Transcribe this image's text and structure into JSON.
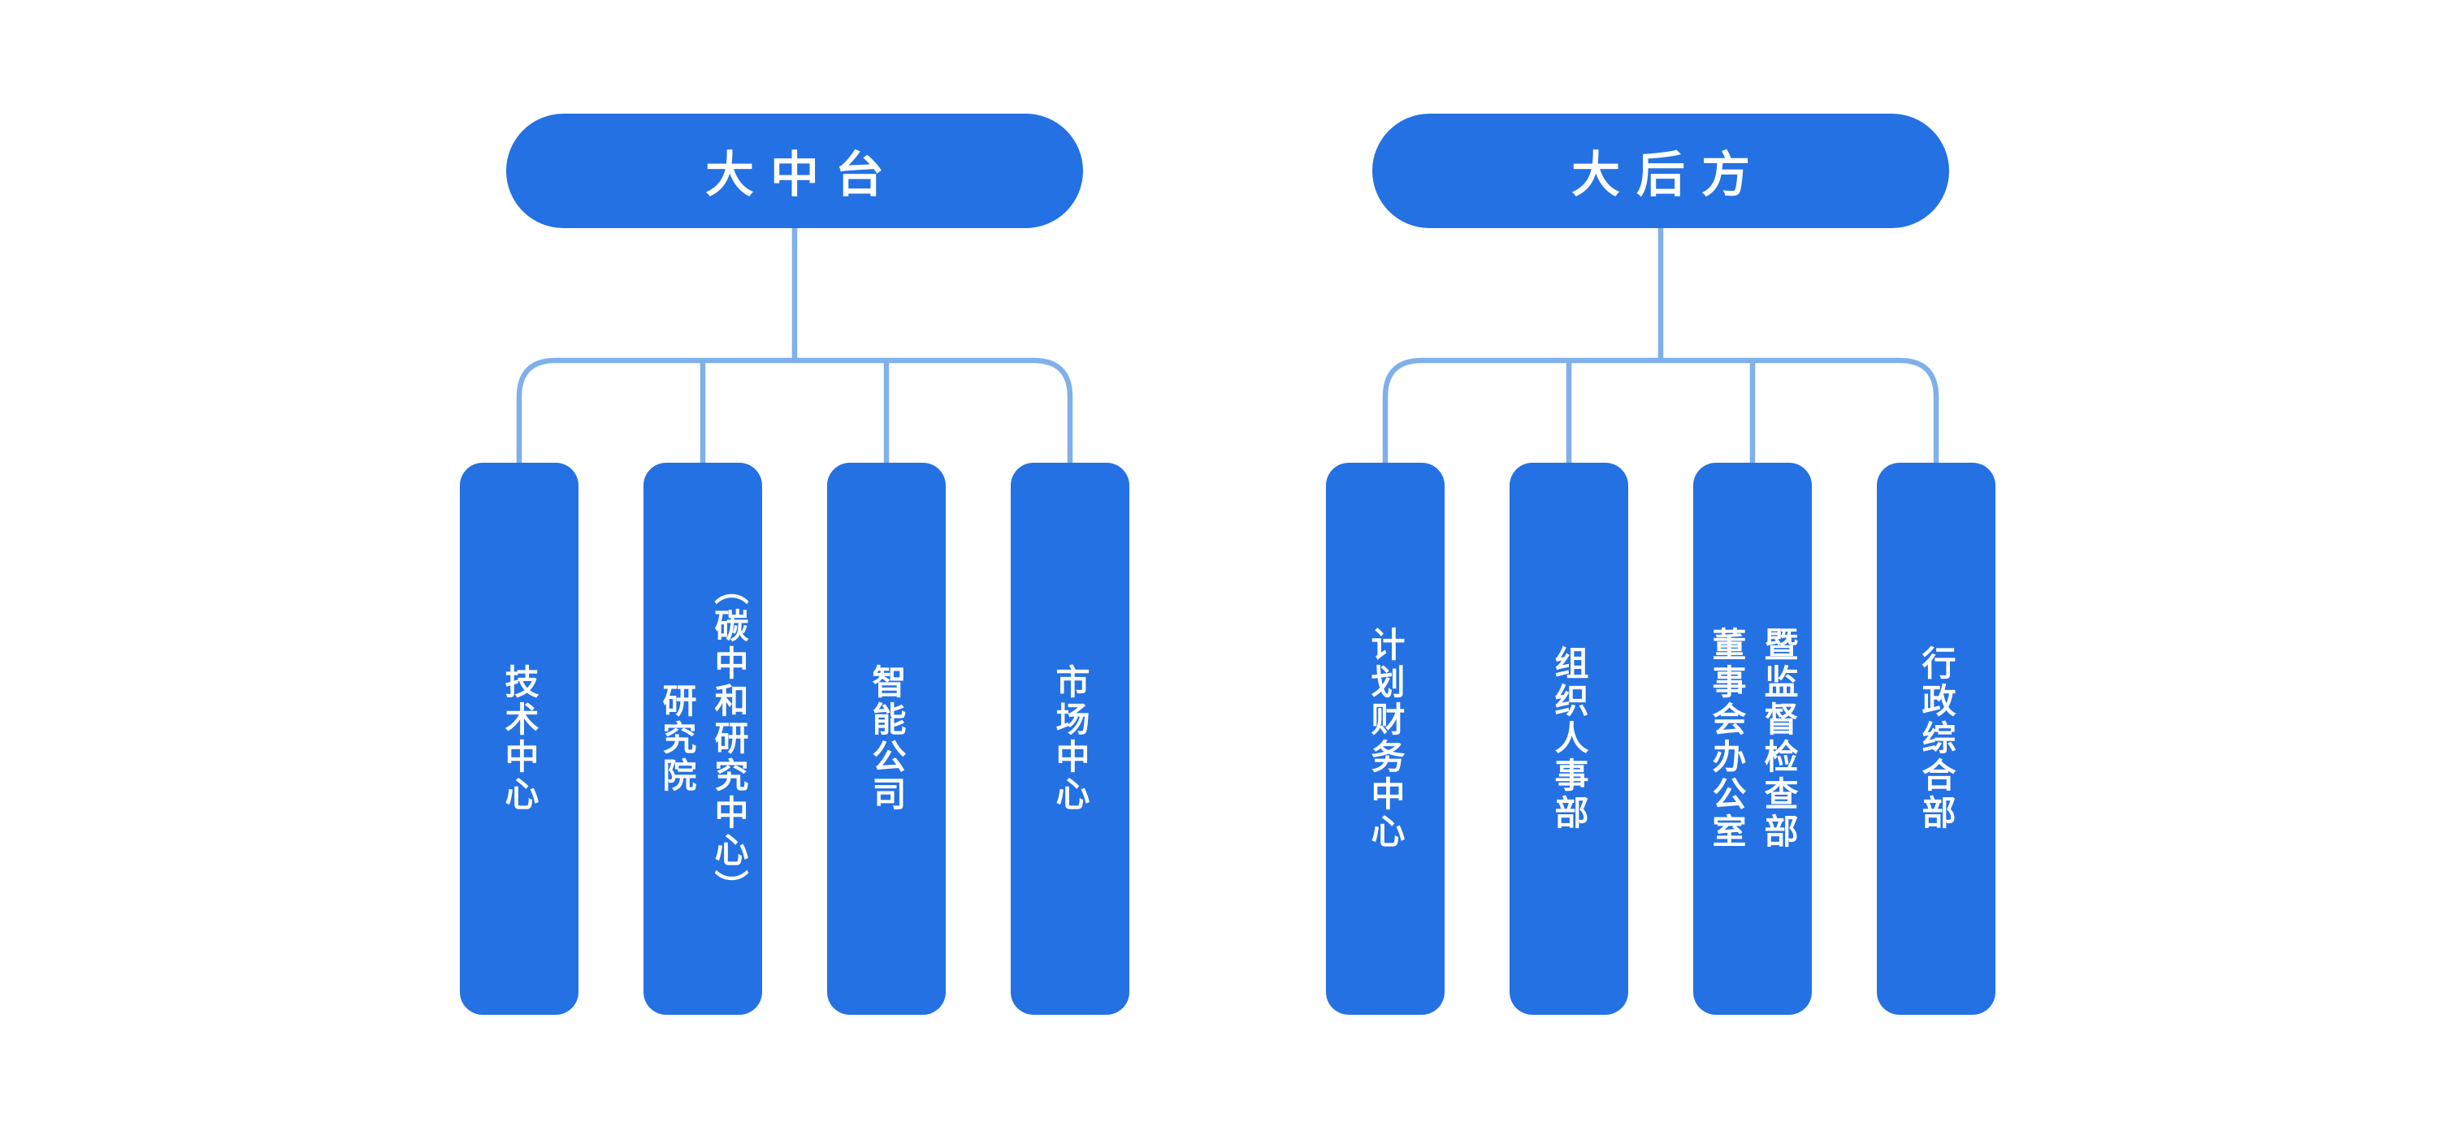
{
  "diagram": {
    "type": "org-chart",
    "colors": {
      "node": "#2471E3",
      "connector": "#7FB0EA",
      "text": "#ffffff",
      "background": "#ffffff"
    }
  },
  "trees": [
    {
      "root": {
        "label": "大中台"
      },
      "children": [
        {
          "label": "技术中心"
        },
        {
          "label": "研究院\n（碳中和研究中心）"
        },
        {
          "label": "智能公司"
        },
        {
          "label": "市场中心"
        }
      ]
    },
    {
      "root": {
        "label": "大后方"
      },
      "children": [
        {
          "label": "计划财务中心"
        },
        {
          "label": "组织人事部"
        },
        {
          "label": "董事会办公室\n暨监督检查部"
        },
        {
          "label": "行政综合部"
        }
      ]
    }
  ]
}
